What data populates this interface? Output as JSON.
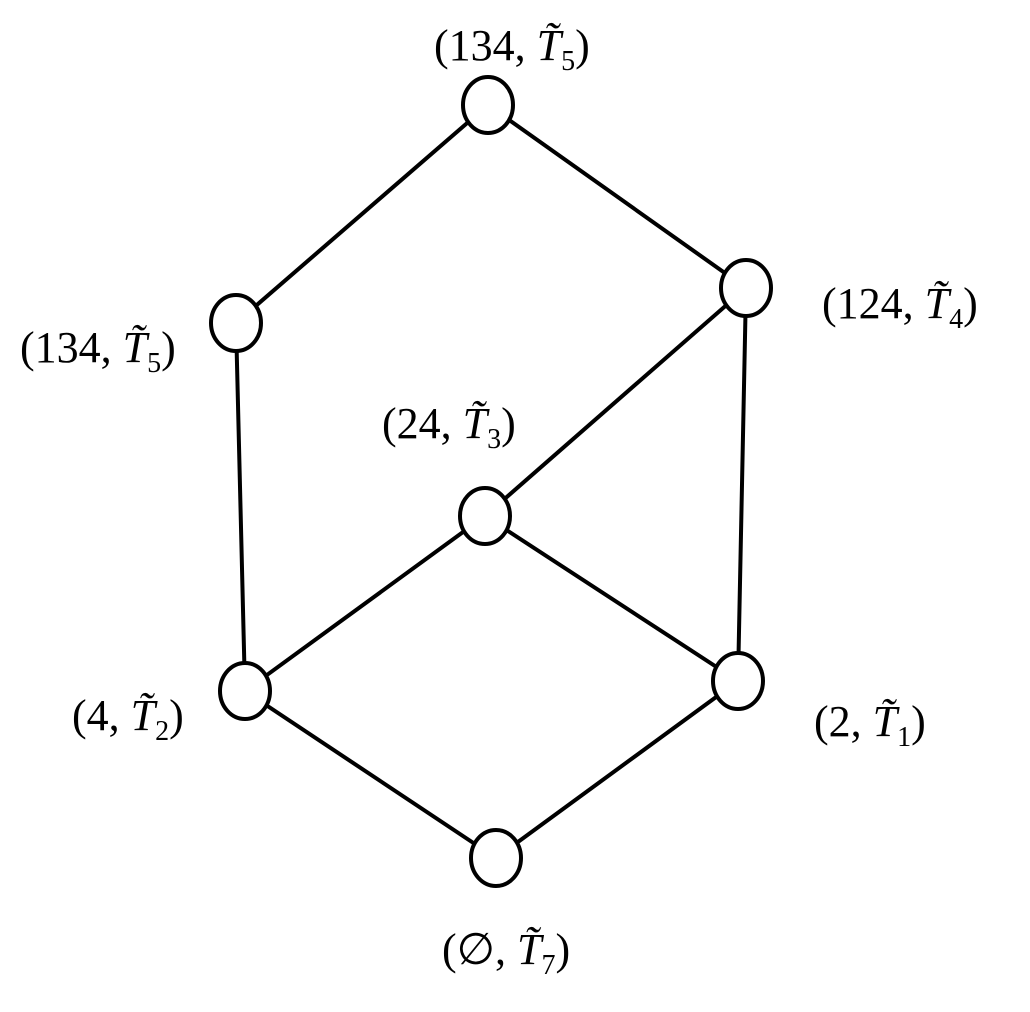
{
  "diagram": {
    "nodes": [
      {
        "id": "top",
        "set": "134",
        "sub": "5"
      },
      {
        "id": "left",
        "set": "134",
        "sub": "5"
      },
      {
        "id": "right",
        "set": "124",
        "sub": "4"
      },
      {
        "id": "mid",
        "set": "24",
        "sub": "3"
      },
      {
        "id": "lower-left",
        "set": "4",
        "sub": "2"
      },
      {
        "id": "lower-right",
        "set": "2",
        "sub": "1"
      },
      {
        "id": "bottom",
        "set": "∅",
        "sub": "7"
      }
    ],
    "edges": [
      [
        "top",
        "left"
      ],
      [
        "top",
        "right"
      ],
      [
        "left",
        "lower-left"
      ],
      [
        "right",
        "mid"
      ],
      [
        "right",
        "lower-right"
      ],
      [
        "mid",
        "lower-left"
      ],
      [
        "mid",
        "lower-right"
      ],
      [
        "lower-left",
        "bottom"
      ],
      [
        "lower-right",
        "bottom"
      ]
    ],
    "label_parts": {
      "open": "(",
      "sep": ", ",
      "letter": "T̃",
      "close": ")"
    }
  }
}
